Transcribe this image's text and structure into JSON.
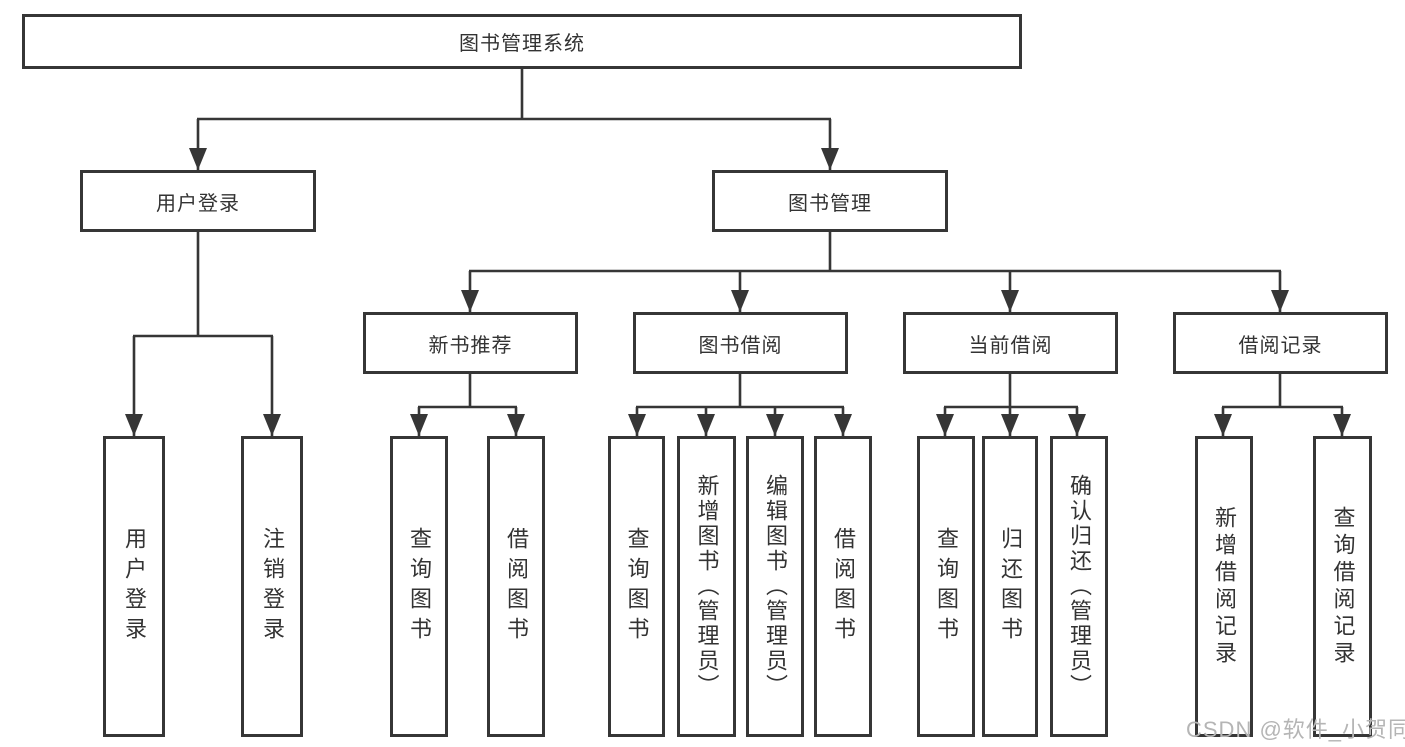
{
  "tree": {
    "root": "图书管理系统",
    "user_login": {
      "label": "用户登录",
      "children": [
        "用户登录",
        "注销登录"
      ]
    },
    "book_mgmt": {
      "label": "图书管理",
      "children": [
        {
          "label": "新书推荐",
          "children": [
            "查询图书",
            "借阅图书"
          ]
        },
        {
          "label": "图书借阅",
          "children": [
            "查询图书",
            "新增图书（管理员）",
            "编辑图书（管理员）",
            "借阅图书"
          ]
        },
        {
          "label": "当前借阅",
          "children": [
            "查询图书",
            "归还图书",
            "确认归还（管理员）"
          ]
        },
        {
          "label": "借阅记录",
          "children": [
            "新增借阅记录",
            "查询借阅记录"
          ]
        }
      ]
    }
  },
  "watermark": "CSDN @软件_小贺同学",
  "colors": {
    "line": "#363636",
    "box_fill": "#ffffff",
    "text": "#333333",
    "watermark": "#b5b5b5"
  }
}
